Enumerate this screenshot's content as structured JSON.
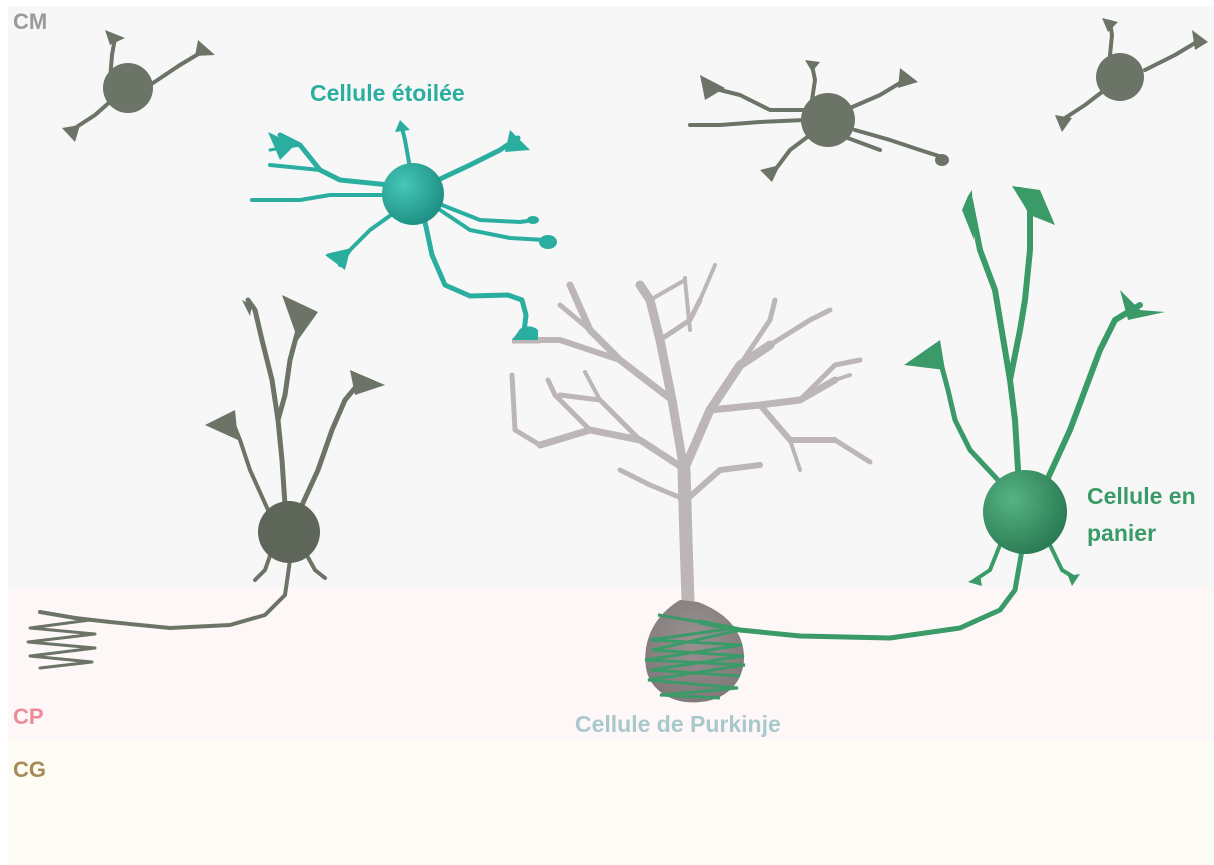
{
  "layers": {
    "molecular": {
      "label": "CM",
      "color": "#9a9a9a",
      "fill": "#f7f7f7"
    },
    "purkinje": {
      "label": "CP",
      "color": "#f08a9a",
      "fill": "#fdf7f7"
    },
    "granular": {
      "label": "CG",
      "color": "#a88a55",
      "fill": "#fdfdf5"
    }
  },
  "cells": {
    "stellate": {
      "label": "Cellule étoilée",
      "color": "#2aaea0"
    },
    "basket": {
      "label_line1": "Cellule en",
      "label_line2": "panier",
      "color": "#3a9a68"
    },
    "purkinje": {
      "label": "Cellule de Purkinje",
      "color": "#a9c8cc"
    },
    "generic": {
      "color": "#6b7466"
    }
  }
}
